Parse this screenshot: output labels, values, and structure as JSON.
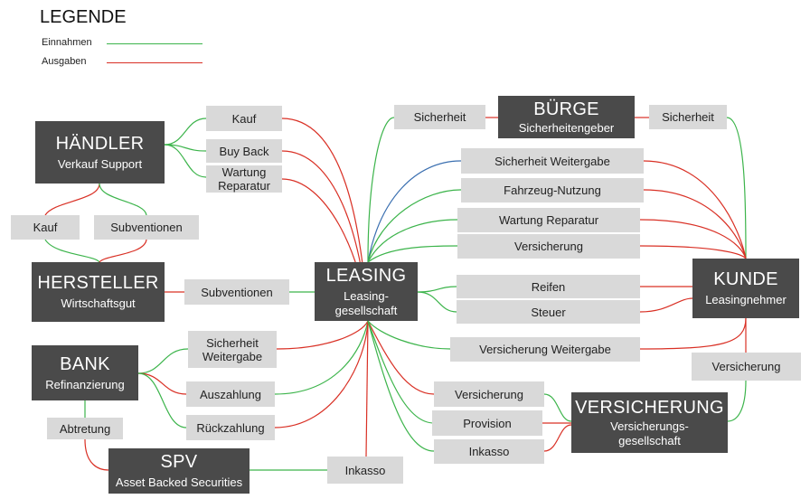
{
  "legend": {
    "title": "LEGENDE",
    "income_label": "Einnahmen",
    "expense_label": "Ausgaben",
    "income_color": "#3cb44b",
    "expense_color": "#d93025",
    "blue_color": "#3a6fb0"
  },
  "nodes": {
    "haendler": {
      "title": "HÄNDLER",
      "subtitle": "Verkauf Support"
    },
    "hersteller": {
      "title": "HERSTELLER",
      "subtitle": "Wirtschaftsgut"
    },
    "bank": {
      "title": "BANK",
      "subtitle": "Refinanzierung"
    },
    "spv": {
      "title": "SPV",
      "subtitle": "Asset Backed Securities"
    },
    "leasing": {
      "title": "LEASING",
      "subtitle": "Leasing-gesellschaft"
    },
    "buerge": {
      "title": "BÜRGE",
      "subtitle": "Sicherheitengeber"
    },
    "kunde": {
      "title": "KUNDE",
      "subtitle": "Leasingnehmer"
    },
    "versicherung": {
      "title": "VERSICHERUNG",
      "subtitle": "Versicherungs-gesellschaft"
    }
  },
  "labels": {
    "kauf_top": "Kauf",
    "buy_back": "Buy Back",
    "wartung_reparatur_left": "Wartung Reparatur",
    "kauf_left": "Kauf",
    "subventionen_top": "Subventionen",
    "subventionen_mid": "Subventionen",
    "sicherheit_weitergabe_bank": "Sicherheit Weitergabe",
    "auszahlung": "Auszahlung",
    "rueckzahlung": "Rückzahlung",
    "abtretung": "Abtretung",
    "inkasso_spv": "Inkasso",
    "sicherheit_left": "Sicherheit",
    "sicherheit_right": "Sicherheit",
    "sicherheit_weitergabe_right": "Sicherheit Weitergabe",
    "fahrzeug_nutzung": "Fahrzeug-Nutzung",
    "wartung_reparatur_right": "Wartung Reparatur",
    "versicherung_right": "Versicherung",
    "reifen": "Reifen",
    "steuer": "Steuer",
    "versicherung_weitergabe": "Versicherung Weitergabe",
    "versicherung_kunde": "Versicherung",
    "versicherung_ins": "Versicherung",
    "provision": "Provision",
    "inkasso_ins": "Inkasso"
  }
}
